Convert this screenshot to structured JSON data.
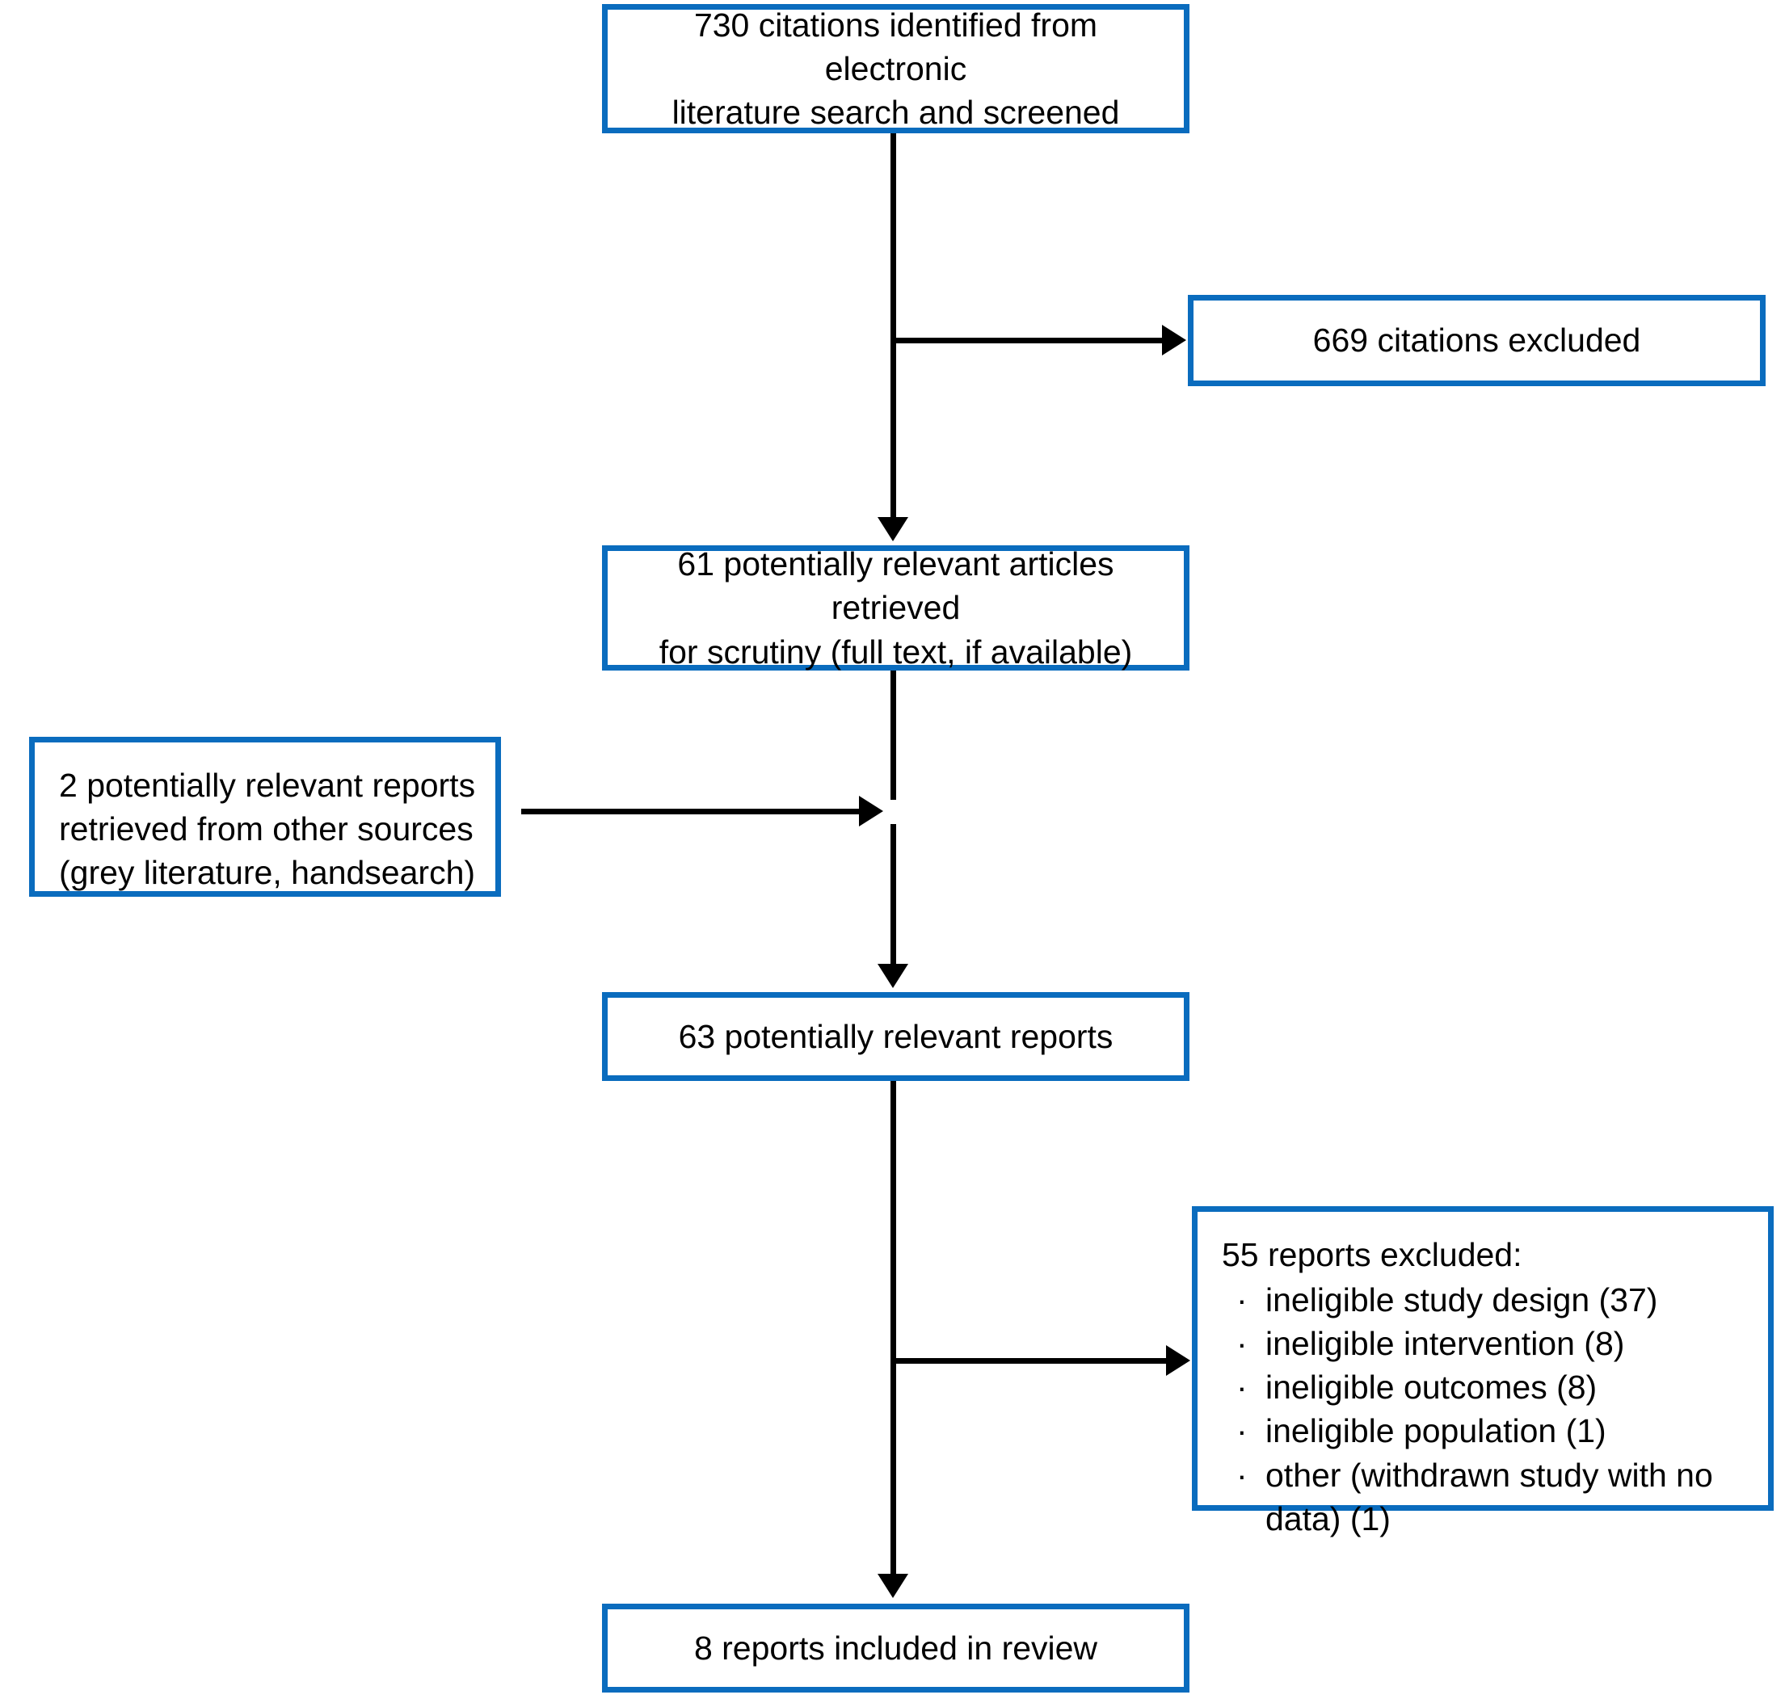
{
  "diagram": {
    "type": "prisma-study-flow",
    "accent_color": "#0a6cbe",
    "line_color": "#000000",
    "background": "#ffffff",
    "nodes": {
      "identified": {
        "label": "730 citations identified from electronic\nliterature search and screened",
        "count": 730
      },
      "citations_excluded": {
        "label": "669 citations excluded",
        "count": 669
      },
      "retrieved": {
        "label": "61 potentially relevant articles retrieved\nfor scrutiny (full text, if available)",
        "count": 61
      },
      "other_sources": {
        "label": "2 potentially relevant reports\nretrieved from other sources\n(grey literature, handsearch)",
        "count": 2
      },
      "relevant_reports": {
        "label": "63 potentially relevant reports",
        "count": 63
      },
      "reports_excluded": {
        "heading": "55 reports excluded:",
        "count": 55,
        "bullet": "·",
        "reasons": [
          "ineligible study design (37)",
          "ineligible intervention (8)",
          "ineligible outcomes (8)",
          "ineligible population (1)",
          "other (withdrawn study with no data) (1)"
        ]
      },
      "included": {
        "label": "8 reports included in review",
        "count": 8
      }
    }
  }
}
